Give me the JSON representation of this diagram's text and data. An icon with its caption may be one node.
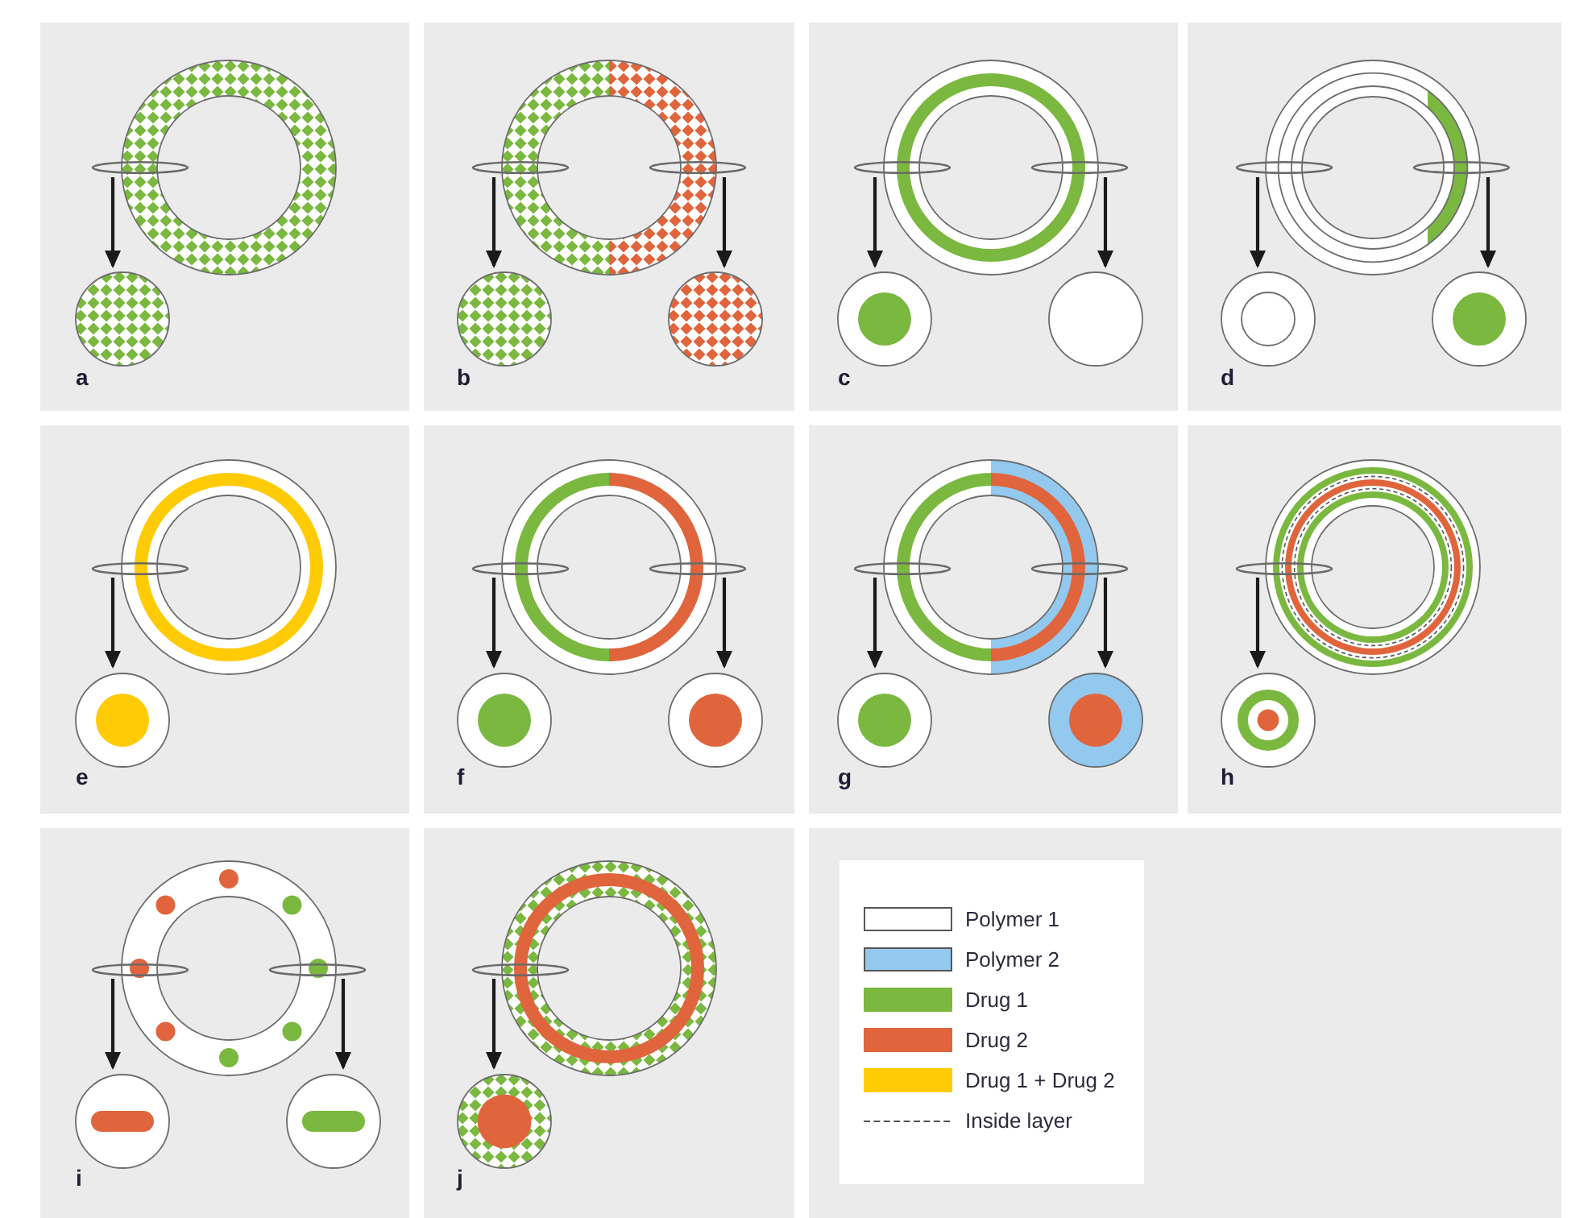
{
  "diagram": {
    "nodes": [
      {
        "text": [
          "a"
        ]
      },
      {
        "text": [],
        "shape": "ring",
        "in": 0
      },
      {
        "text": [],
        "shape": "ellipse",
        "in": 0
      },
      {
        "text": [],
        "shape": "circle",
        "in": 0
      },
      {
        "text": [
          "b"
        ]
      },
      {
        "text": [],
        "shape": "ring",
        "in": 4
      },
      {
        "text": [],
        "shape": "ellipse",
        "in": 4
      },
      {
        "text": [],
        "shape": "ellipse",
        "in": 4
      },
      {
        "text": [],
        "shape": "circle",
        "in": 4
      },
      {
        "text": [],
        "shape": "circle",
        "in": 4
      },
      {
        "text": [
          "c"
        ]
      },
      {
        "text": [],
        "shape": "ring",
        "in": 10
      },
      {
        "text": [],
        "shape": "ellipse",
        "in": 10
      },
      {
        "text": [],
        "shape": "ellipse",
        "in": 10
      },
      {
        "text": [],
        "shape": "circle",
        "in": 10
      },
      {
        "text": [],
        "shape": "circle",
        "in": 10
      },
      {
        "text": [
          "d"
        ]
      },
      {
        "text": [],
        "shape": "ring",
        "in": 16
      },
      {
        "text": [],
        "shape": "ellipse",
        "in": 16
      },
      {
        "text": [],
        "shape": "ellipse",
        "in": 16
      },
      {
        "text": [],
        "shape": "circle",
        "in": 16
      },
      {
        "text": [],
        "shape": "circle",
        "in": 16
      },
      {
        "text": [
          "e"
        ]
      },
      {
        "text": [],
        "shape": "ring",
        "in": 22
      },
      {
        "text": [],
        "shape": "ellipse",
        "in": 22
      },
      {
        "text": [],
        "shape": "circle",
        "in": 22
      },
      {
        "text": [
          "f"
        ]
      },
      {
        "text": [],
        "shape": "ring",
        "in": 26
      },
      {
        "text": [],
        "shape": "ellipse",
        "in": 26
      },
      {
        "text": [],
        "shape": "ellipse",
        "in": 26
      },
      {
        "text": [],
        "shape": "circle",
        "in": 26
      },
      {
        "text": [],
        "shape": "circle",
        "in": 26
      },
      {
        "text": [
          "g"
        ]
      },
      {
        "text": [],
        "shape": "ring",
        "in": 32
      },
      {
        "text": [],
        "shape": "ellipse",
        "in": 32
      },
      {
        "text": [],
        "shape": "ellipse",
        "in": 32
      },
      {
        "text": [],
        "shape": "circle",
        "in": 32
      },
      {
        "text": [],
        "shape": "circle",
        "in": 32
      },
      {
        "text": [
          "h"
        ]
      },
      {
        "text": [],
        "shape": "ring",
        "in": 38
      },
      {
        "text": [],
        "shape": "ellipse",
        "in": 38
      },
      {
        "text": [],
        "shape": "circle",
        "in": 38
      },
      {
        "text": [
          "i"
        ]
      },
      {
        "text": [],
        "shape": "ring",
        "in": 42
      },
      {
        "text": [],
        "shape": "ellipse",
        "in": 42
      },
      {
        "text": [],
        "shape": "ellipse",
        "in": 42
      },
      {
        "text": [],
        "shape": "circle",
        "in": 42
      },
      {
        "text": [],
        "shape": "circle",
        "in": 42
      },
      {
        "text": [
          "j"
        ]
      },
      {
        "text": [],
        "shape": "ring",
        "in": 48
      },
      {
        "text": [],
        "shape": "ellipse",
        "in": 48
      },
      {
        "text": [],
        "shape": "circle",
        "in": 48
      }
    ],
    "edges": [
      {
        "from": 2,
        "to": 3,
        "arrow": "to"
      },
      {
        "from": 6,
        "to": 8,
        "arrow": "to"
      },
      {
        "from": 7,
        "to": 9,
        "arrow": "to"
      },
      {
        "from": 12,
        "to": 14,
        "arrow": "to"
      },
      {
        "from": 13,
        "to": 15,
        "arrow": "to"
      },
      {
        "from": 18,
        "to": 20,
        "arrow": "to"
      },
      {
        "from": 19,
        "to": 21,
        "arrow": "to"
      },
      {
        "from": 24,
        "to": 25,
        "arrow": "to"
      },
      {
        "from": 28,
        "to": 30,
        "arrow": "to"
      },
      {
        "from": 29,
        "to": 31,
        "arrow": "to"
      },
      {
        "from": 34,
        "to": 36,
        "arrow": "to"
      },
      {
        "from": 35,
        "to": 37,
        "arrow": "to"
      },
      {
        "from": 40,
        "to": 41,
        "arrow": "to"
      },
      {
        "from": 44,
        "to": 46,
        "arrow": "to"
      },
      {
        "from": 45,
        "to": 47,
        "arrow": "to"
      },
      {
        "from": 50,
        "to": 51,
        "arrow": "to"
      }
    ],
    "legend": [
      {
        "text": "Polymer 1",
        "color": "#ffffff"
      },
      {
        "text": "Polymer 2",
        "color": "#93c9ee"
      },
      {
        "text": "Drug 1",
        "color": "#7ab83f"
      },
      {
        "text": "Drug 2",
        "color": "#e0653d"
      },
      {
        "text": "Drug 1 + Drug 2",
        "color": "#ffcb05"
      },
      {
        "text": "Inside layer"
      }
    ]
  }
}
